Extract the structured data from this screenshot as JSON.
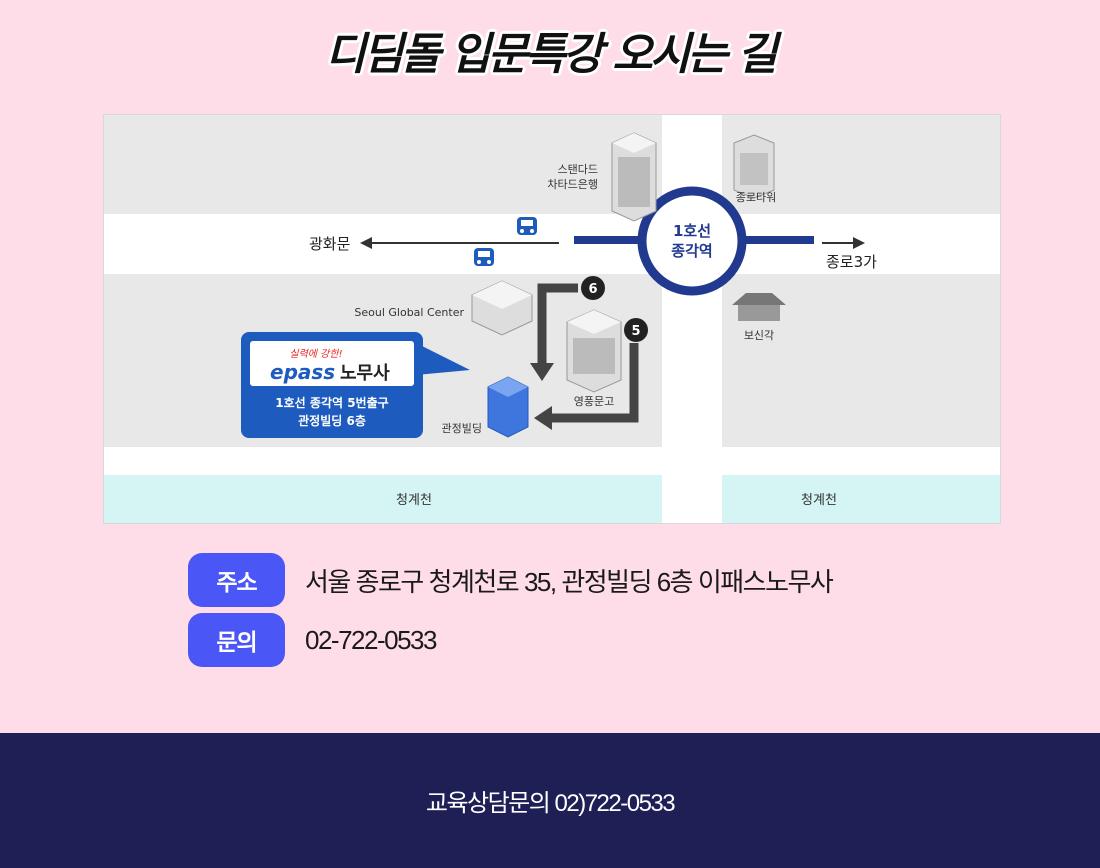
{
  "title": "디딤돌 입문특강 오시는 길",
  "map": {
    "station_line1": "1호선",
    "station_line2": "종각역",
    "west_direction": "광화문",
    "east_direction": "종로3가",
    "building_standard_line1": "스탠다드",
    "building_standard_line2": "차타드은행",
    "building_jongno_tower": "종로타워",
    "building_seoul_global": "Seoul Global Center",
    "building_bosingak": "보신각",
    "building_youngpoong": "영풍문고",
    "building_gwanjeong": "관정빌딩",
    "stream_left": "청계천",
    "stream_right": "청계천",
    "exit_6": "6",
    "exit_5": "5",
    "callout_tagline": "실력에 강한!",
    "callout_brand": "epass",
    "callout_brand_suffix": "노무사",
    "callout_line1": "1호선 종각역 5번출구",
    "callout_line2": "관정빌딩 6층",
    "colors": {
      "road": "#ffffff",
      "block": "#e8e8e8",
      "stream": "#d4f5f3",
      "subway_line": "#213a8f",
      "callout": "#1e5bbf"
    }
  },
  "info": {
    "address_label": "주소",
    "address_value": "서울 종로구 청계천로 35, 관정빌딩 6층 이패스노무사",
    "contact_label": "문의",
    "contact_value": "02-722-0533"
  },
  "footer": {
    "text": "교육상담문의 02)722-0533"
  }
}
